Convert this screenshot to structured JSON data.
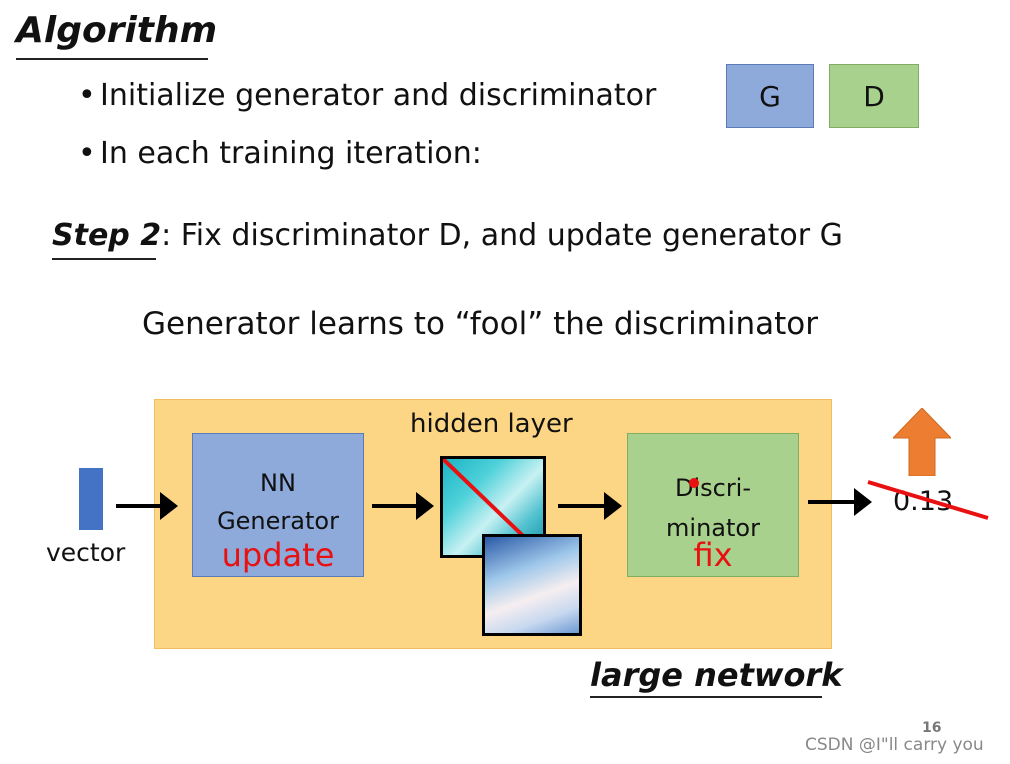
{
  "slide": {
    "title": "Algorithm",
    "bullets": [
      "Initialize generator and discriminator",
      "In each training iteration:"
    ],
    "bullet_symbol": "•",
    "g_box": "G",
    "d_box": "D",
    "step_label": "Step 2",
    "step_text": ": Fix discriminator D, and update generator G",
    "subtitle": "Generator learns to “fool” the discriminator",
    "diagram": {
      "input_label": "vector",
      "generator_line1": "NN",
      "generator_line2": "Generator",
      "generator_status": "update",
      "hidden_label": "hidden layer",
      "discriminator_line1": "Discri-",
      "discriminator_line2": "minator",
      "discriminator_status": "fix",
      "score": "0.13",
      "network_label": "large network"
    },
    "page_number": "16",
    "watermark": "CSDN @I\"ll  carry  you",
    "colors": {
      "generator": "#8eaadb",
      "discriminator": "#a9d18e",
      "network_bg": "#fcd685",
      "status_red": "#e81010",
      "up_arrow": "#ed7d31",
      "input_bar": "#4472c4"
    }
  }
}
